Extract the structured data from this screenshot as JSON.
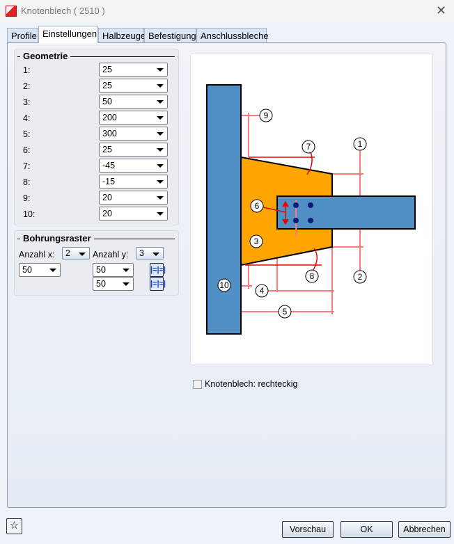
{
  "window": {
    "title": "Knotenblech ( 2510 )",
    "close": "✕"
  },
  "tabs": [
    {
      "label": "Profile"
    },
    {
      "label": "Einstellungen"
    },
    {
      "label": "Halbzeuge"
    },
    {
      "label": "Befestigung"
    },
    {
      "label": "Anschlussbleche"
    }
  ],
  "geometrie": {
    "title": "Geometrie",
    "rows": [
      {
        "label": "1:",
        "value": "25"
      },
      {
        "label": "2:",
        "value": "25"
      },
      {
        "label": "3:",
        "value": "50"
      },
      {
        "label": "4:",
        "value": "200"
      },
      {
        "label": "5:",
        "value": "300"
      },
      {
        "label": "6:",
        "value": "25"
      },
      {
        "label": "7:",
        "value": "-45"
      },
      {
        "label": "8:",
        "value": "-15"
      },
      {
        "label": "9:",
        "value": "20"
      },
      {
        "label": "10:",
        "value": "20"
      }
    ]
  },
  "bohrungsraster": {
    "title": "Bohrungsraster",
    "anzahl_x_label": "Anzahl x:",
    "anzahl_x": "2",
    "anzahl_y_label": "Anzahl y:",
    "anzahl_y": "3",
    "x_spacing": "50",
    "y_spacings": [
      "50",
      "50"
    ],
    "spread_icon": "|=|=|"
  },
  "diagram": {
    "labels": [
      "1",
      "2",
      "3",
      "4",
      "5",
      "6",
      "7",
      "8",
      "9",
      "10"
    ],
    "colors": {
      "profile": "#5190c4",
      "plate": "#ffa500",
      "dim": "#ff7b7b",
      "bolt": "#0a1a7a"
    }
  },
  "option": {
    "label": "Knotenblech: rechteckig",
    "checked": false
  },
  "buttons": {
    "preview": "Vorschau",
    "ok": "OK",
    "cancel": "Abbrechen",
    "favorite": "☆"
  }
}
